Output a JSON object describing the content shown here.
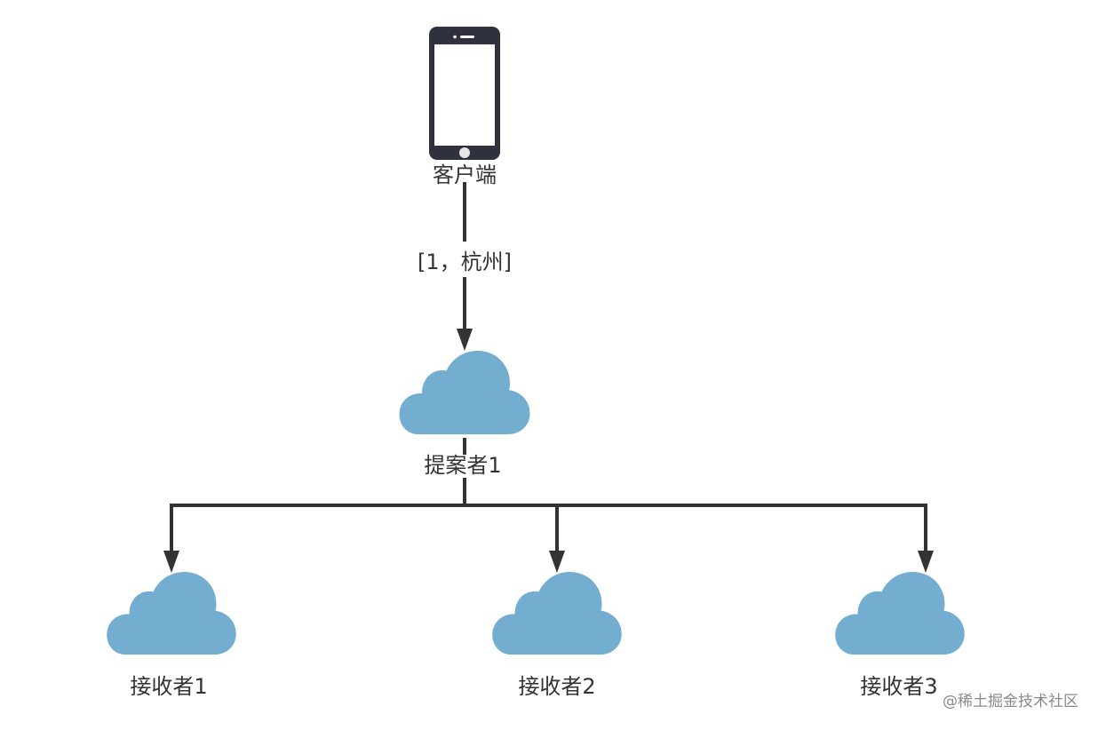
{
  "nodes": {
    "client": {
      "label": "客户端",
      "icon": "smartphone-icon"
    },
    "proposer": {
      "label": "提案者1",
      "icon": "cloud-icon"
    },
    "acceptor1": {
      "label": "接收者1",
      "icon": "cloud-icon"
    },
    "acceptor2": {
      "label": "接收者2",
      "icon": "cloud-icon"
    },
    "acceptor3": {
      "label": "接收者3",
      "icon": "cloud-icon"
    }
  },
  "edges": {
    "client_to_proposer": {
      "label": "[1，杭州]"
    }
  },
  "watermark": "@稀土掘金技术社区",
  "colors": {
    "cloud": "#73adcf",
    "phone": "#2f323e",
    "line": "#333333",
    "text": "#333333"
  }
}
